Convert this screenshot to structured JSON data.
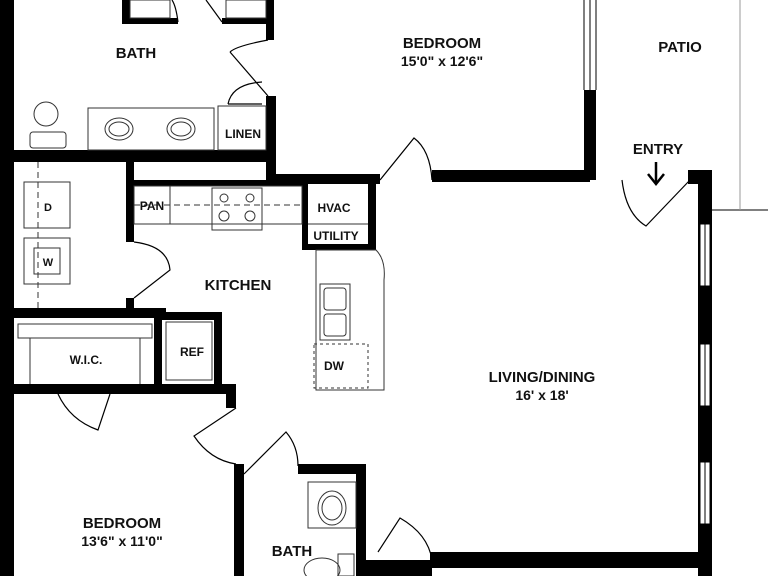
{
  "rooms": {
    "bath_top": "BATH",
    "bedroom_top": "BEDROOM",
    "bedroom_top_dim": "15'0\" x 12'6\"",
    "patio": "PATIO",
    "entry": "ENTRY",
    "linen": "LINEN",
    "pantry": "PAN",
    "hvac": "HVAC",
    "utility": "UTILITY",
    "dryer": "D",
    "washer": "W",
    "kitchen": "KITCHEN",
    "wic": "W.I.C.",
    "ref": "REF",
    "dw": "DW",
    "living": "LIVING/DINING",
    "living_dim": "16' x 18'",
    "bedroom_bottom": "BEDROOM",
    "bedroom_bottom_dim": "13'6\" x 11'0\"",
    "bath_bottom": "BATH"
  },
  "colors": {
    "wall": "#000000",
    "fixture": "#444444",
    "paper": "#ffffff"
  }
}
